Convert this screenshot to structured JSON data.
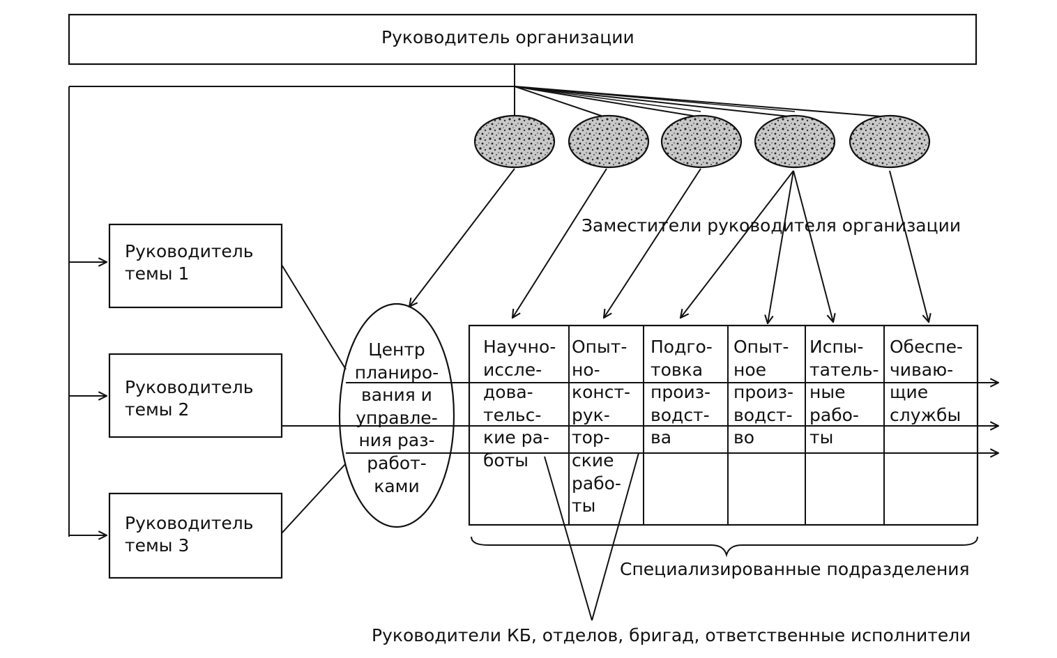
{
  "top_box": {
    "label": "Руководитель организации"
  },
  "deputies": {
    "caption": "Заместители руководителя организации",
    "count": 5
  },
  "theme_leads": [
    {
      "label": "Руководитель\nтемы 1"
    },
    {
      "label": "Руководитель\nтемы 2"
    },
    {
      "label": "Руководитель\nтемы 3"
    }
  ],
  "planning_center": {
    "label": "Центр\nпланиро-\nвания и\nуправле-\nния раз-\nработ-\nками"
  },
  "departments": [
    {
      "label": "Научно-\nиссле-\nдова-\nтельс-\nкие ра-\nботы"
    },
    {
      "label": "Опыт-\nно-\nконст-\nрук-\nтор-\nские\nрабо-\nты"
    },
    {
      "label": "Подго-\nтовка\nпроиз-\nводст-\nва"
    },
    {
      "label": "Опыт-\nное\nпроиз-\nводст-\nво"
    },
    {
      "label": "Испы-\nтатель-\nные\nрабо-\nты"
    },
    {
      "label": "Обеспе-\nчиваю-\nщие\nслужбы"
    }
  ],
  "specialized_caption": "Специализированные подразделения",
  "bottom_caption": "Руководители КБ, отделов, бригад, ответственные исполнители"
}
